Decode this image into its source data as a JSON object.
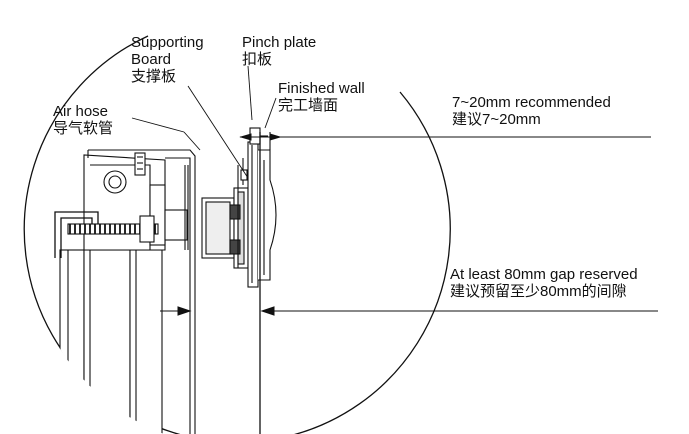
{
  "labels": {
    "supporting_board": {
      "en_line1": "Supporting",
      "en_line2": "Board",
      "zh": "支撑板"
    },
    "pinch_plate": {
      "en": "Pinch plate",
      "zh": "扣板"
    },
    "finished_wall": {
      "en": "Finished wall",
      "zh": "完工墙面"
    },
    "air_hose": {
      "en": "Air hose",
      "zh": "导气软管"
    },
    "recommended_gap": {
      "en": "7~20mm recommended",
      "zh": "建议7~20mm"
    },
    "reserved_gap": {
      "en": "At least 80mm gap reserved",
      "zh": "建议预留至少80mm的间隙"
    }
  },
  "colors": {
    "line": "#111111",
    "background": "#ffffff",
    "part_fill": "#e6e6e6",
    "dark_fill": "#333333"
  }
}
